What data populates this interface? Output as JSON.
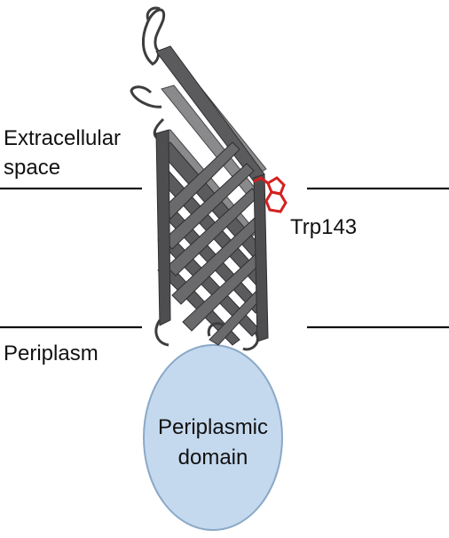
{
  "labels": {
    "extracellular_line1": "Extracellular",
    "extracellular_line2": "space",
    "periplasm": "Periplasm",
    "residue": "Trp143",
    "domain_line1": "Periplasmic",
    "domain_line2": "domain"
  },
  "colors": {
    "strand": "#5b5b5e",
    "strand_light": "#8a8a8d",
    "loop": "#3d3d3f",
    "residue": "#d42020",
    "domain_fill": "#c5d9ee",
    "domain_stroke": "#8aa9c8",
    "membrane_line": "#111111"
  }
}
